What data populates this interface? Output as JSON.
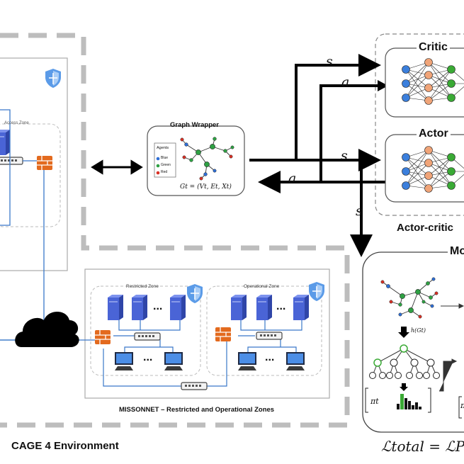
{
  "cage_env": {
    "title": "CAGE 4 Environment",
    "access_zone_label": "Access Zone"
  },
  "missionnet": {
    "caption": "MISSONNET – Restricted and  Operational Zones",
    "restricted_label": "Restricted Zone",
    "operational_label": "Operational Zone",
    "ellipsis": "..."
  },
  "graph_wrapper": {
    "title": "Graph Wrapper",
    "legend_title": "Agents",
    "legend_items": [
      {
        "label": "Blue",
        "color": "#2f6fd6"
      },
      {
        "label": "Green",
        "color": "#2ea043"
      },
      {
        "label": "Red",
        "color": "#d93025"
      }
    ],
    "formula": "Gt = (Vt, Et, Xt)"
  },
  "signals": {
    "state": "s",
    "action": "a"
  },
  "actor_critic": {
    "label": "Actor-critic",
    "critic_title": "Critic",
    "actor_title": "Actor"
  },
  "model": {
    "title": "Mo",
    "h_label": "h(Gt)",
    "policy_label": "πt",
    "policy_label_cut": "π"
  },
  "loss": {
    "text": "ℒtotal = ℒPPO"
  },
  "colors": {
    "dash": "#bdbdbd",
    "server": "#4a64d6",
    "firewall": "#e36a1e",
    "nn_blue": "#3b7fdc",
    "nn_orange": "#f0a478",
    "nn_green": "#3aaa35",
    "net_line": "#3a78c9"
  },
  "icons": [
    "shield-icon",
    "server-icon",
    "switch-icon",
    "firewall-icon",
    "cloud-icon",
    "workstation-icon",
    "arrow-icon",
    "neural-network-icon",
    "tree-icon",
    "bar-chart-icon"
  ]
}
